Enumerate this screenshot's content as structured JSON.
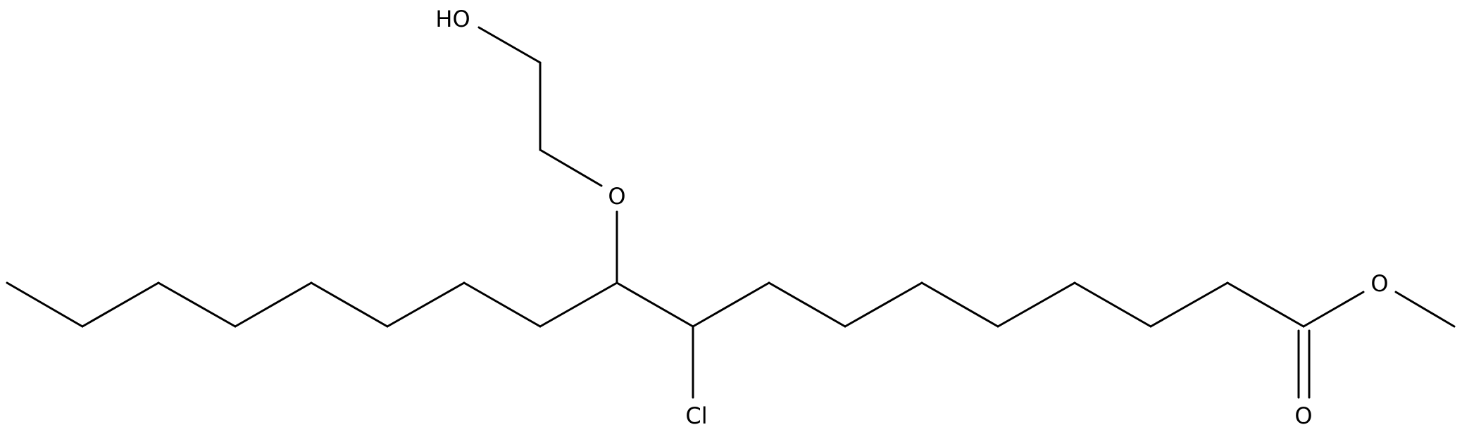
{
  "molecule": {
    "atom_labels": {
      "hydroxyl": "HO",
      "ether_oxygen": "O",
      "chlorine": "Cl",
      "ester_oxygen": "O",
      "carbonyl_oxygen": "O"
    }
  },
  "colors": {
    "bond": "#000000",
    "label": "#000000",
    "background": "#ffffff"
  }
}
